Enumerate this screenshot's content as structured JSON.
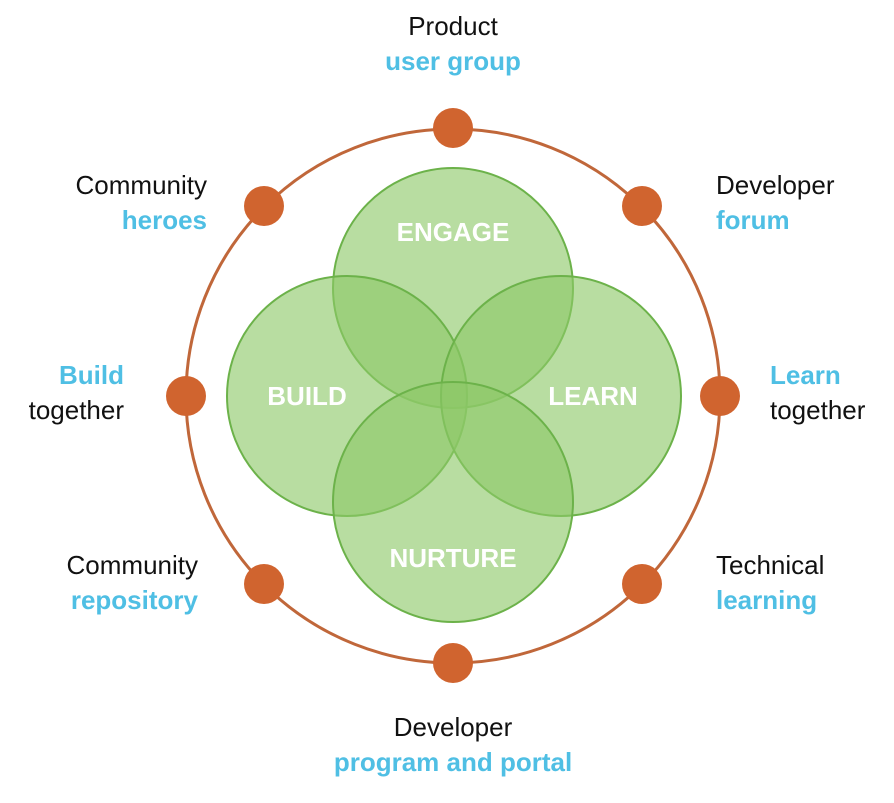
{
  "colors": {
    "ring": "#c0673a",
    "node": "#d0642f",
    "petal_fill": "#8cc867",
    "petal_stroke": "#6cb24a",
    "label_dark": "#111111",
    "label_accent": "#4fbfe4",
    "pillar_text": "#ffffff"
  },
  "pillars": {
    "engage": "ENGAGE",
    "build": "BUILD",
    "learn": "LEARN",
    "nurture": "NURTURE"
  },
  "nodes": {
    "top": {
      "line1": "Product",
      "line2": "user group"
    },
    "top_right": {
      "line1": "Developer",
      "line2": "forum"
    },
    "right": {
      "line1": "Learn",
      "line2": "together"
    },
    "bottom_right": {
      "line1": "Technical",
      "line2": "learning"
    },
    "bottom": {
      "line1": "Developer",
      "line2": "program and portal"
    },
    "bottom_left": {
      "line1": "Community",
      "line2": "repository"
    },
    "left": {
      "line1": "Build",
      "line2": "together"
    },
    "top_left": {
      "line1": "Community",
      "line2": "heroes"
    }
  }
}
